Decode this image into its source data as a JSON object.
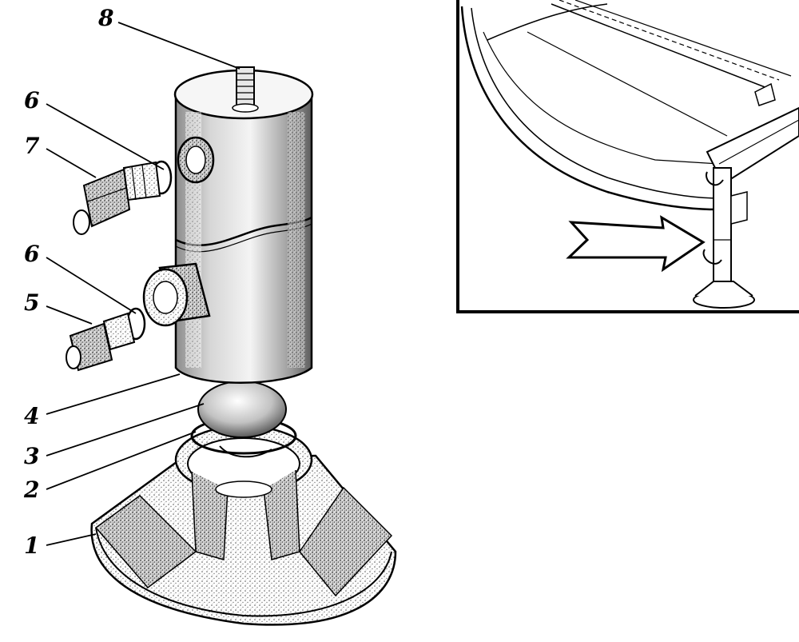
{
  "labels": [
    {
      "id": "1",
      "text": "1"
    },
    {
      "id": "2",
      "text": "2"
    },
    {
      "id": "3",
      "text": "3"
    },
    {
      "id": "4",
      "text": "4"
    },
    {
      "id": "5",
      "text": "5"
    },
    {
      "id": "6a",
      "text": "6"
    },
    {
      "id": "6b",
      "text": "6"
    },
    {
      "id": "7",
      "text": "7"
    },
    {
      "id": "8",
      "text": "8"
    }
  ],
  "colors": {
    "ink": "#000000",
    "paper": "#ffffff",
    "shade": "#b9b9b9",
    "dark_shade": "#6e6e6e"
  }
}
